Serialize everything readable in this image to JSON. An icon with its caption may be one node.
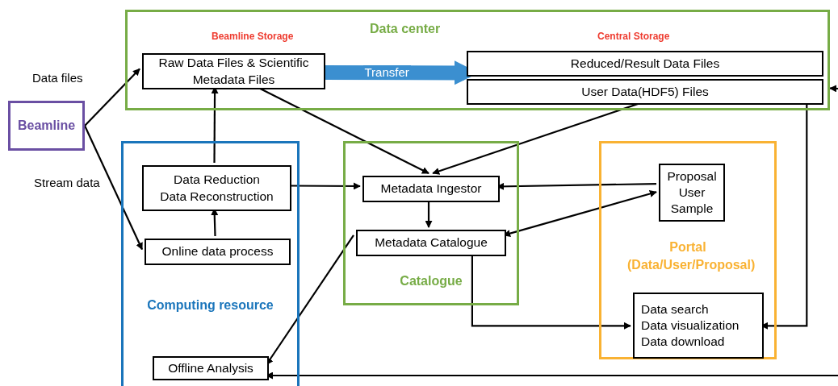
{
  "diagram": {
    "nodes": [
      {
        "text": [
          "Data center"
        ]
      },
      {
        "text": [
          "Raw Data Files & Scientific Metadata Files"
        ],
        "in": 0
      },
      {
        "text": [
          "Reduced/Result Data Files"
        ],
        "in": 0
      },
      {
        "text": [
          "User Data(HDF5) Files"
        ],
        "in": 0
      },
      {
        "text": [
          "Beamline"
        ]
      },
      {
        "text": [
          "Computing resource"
        ]
      },
      {
        "text": [
          "Data Reduction",
          "Data Reconstruction"
        ],
        "in": 5
      },
      {
        "text": [
          "Online data process"
        ],
        "in": 5
      },
      {
        "text": [
          "Offline Analysis"
        ],
        "in": 5
      },
      {
        "text": [
          "Catalogue"
        ]
      },
      {
        "text": [
          "Metadata Ingestor"
        ],
        "in": 9
      },
      {
        "text": [
          "Metadata Catalogue"
        ],
        "in": 9
      },
      {
        "text": [
          "Portal (Data/User/Proposal)"
        ]
      },
      {
        "text": [
          "Proposal",
          "User",
          "Sample"
        ],
        "in": 12
      },
      {
        "text": [
          "Data search",
          "Data visualization",
          "Data download"
        ],
        "in": 12
      }
    ],
    "edges": [
      {
        "from": 4,
        "to": 1,
        "arrow": "to",
        "label": "Data files"
      },
      {
        "from": 4,
        "to": 7,
        "arrow": "to",
        "label": "Stream data"
      },
      {
        "from": 7,
        "to": 6,
        "arrow": "to"
      },
      {
        "from": 6,
        "to": 1,
        "arrow": "to"
      },
      {
        "from": 6,
        "to": 10,
        "arrow": "to"
      },
      {
        "from": 1,
        "to": 10,
        "arrow": "to"
      },
      {
        "from": 1,
        "to": 2,
        "arrow": "to",
        "label": "Transfer",
        "style": "thick",
        "color": "#3b8fd0"
      },
      {
        "from": 3,
        "to": 10,
        "arrow": "to"
      },
      {
        "from": 13,
        "to": 10,
        "arrow": "to"
      },
      {
        "from": 13,
        "to": 11,
        "arrow": "both"
      },
      {
        "from": 10,
        "to": 11,
        "arrow": "to"
      },
      {
        "from": 11,
        "to": 8,
        "arrow": "to"
      },
      {
        "from": 11,
        "to": 14,
        "arrow": "to"
      },
      {
        "from": 3,
        "to": 14,
        "arrow": "to"
      },
      {
        "from": null,
        "to": 0,
        "arrow": "to"
      },
      {
        "from": null,
        "to": 8,
        "arrow": "to"
      }
    ],
    "labels": [
      "Beamline Storage",
      "Central Storage"
    ]
  }
}
